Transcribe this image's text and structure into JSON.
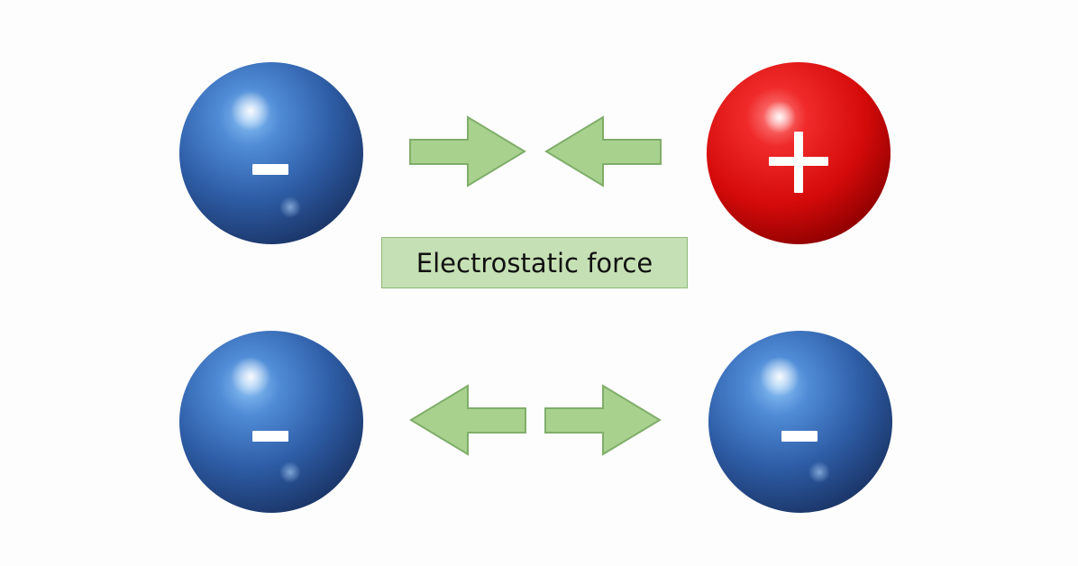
{
  "diagram": {
    "label": "Electrostatic force",
    "particles": [
      {
        "id": "top-left",
        "charge": "negative",
        "color": "#3a6fc0"
      },
      {
        "id": "top-right",
        "charge": "positive",
        "color": "#e01010"
      },
      {
        "id": "bottom-left",
        "charge": "negative",
        "color": "#3a6fc0"
      },
      {
        "id": "bottom-right",
        "charge": "negative",
        "color": "#3a6fc0"
      }
    ],
    "interactions": [
      {
        "row": "top",
        "type": "attraction",
        "arrows": [
          "right",
          "left"
        ]
      },
      {
        "row": "bottom",
        "type": "repulsion",
        "arrows": [
          "left",
          "right"
        ]
      }
    ],
    "colors": {
      "arrow_fill": "#a9d18e",
      "arrow_stroke": "#7fae6a",
      "label_fill": "#c5e0b4",
      "negative_sphere": "#3a6fc0",
      "positive_sphere": "#e01010"
    }
  }
}
